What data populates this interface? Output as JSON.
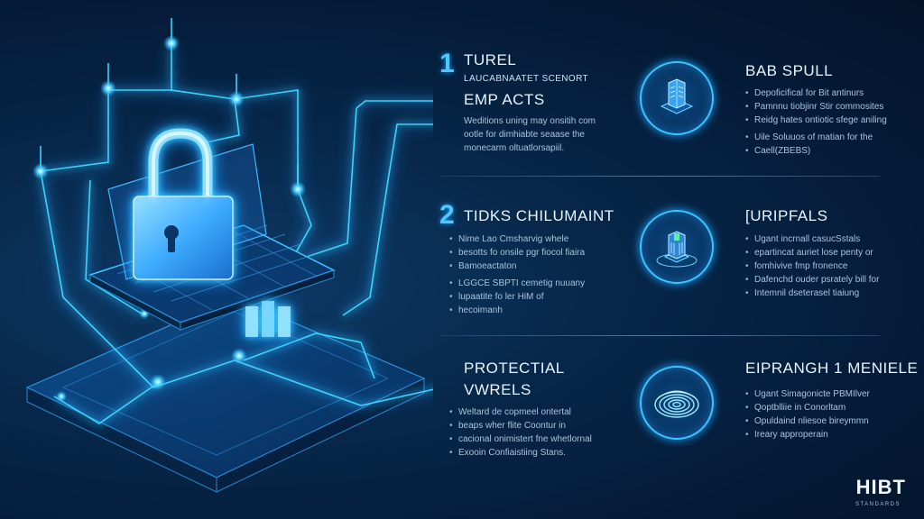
{
  "sections": [
    {
      "number": "1",
      "title": "TUREL",
      "subtitle": "LAUCABNAATET SCENORT",
      "heading2": "EMP ACTS",
      "paragraph": [
        "Weditions uning may onsitih com",
        "ootle for dimhiabte seaase the",
        "monecarm oltuatlorsapiil."
      ],
      "side_title": "BAB SPULL",
      "side_bullets": [
        "Depoficifical for Bit antinurs",
        "Pamnnu tiobjinr Stir commosites",
        "Reidg hates ontiotic sfege aniling",
        "Uile Soluuos of matian for the",
        "Caell(ZBEBS)"
      ],
      "side_gap_index": 3
    },
    {
      "number": "2",
      "title": "TIDKS CHILUMAINT",
      "bullets": [
        "Nime Lao Cmsharvig whele",
        "besotts fo onsile pgr fiocol fiaira",
        "Bamoeactaton",
        "LGGCE SBPTI cemetig nuuany",
        "lupaatite fo ler HiM of",
        "hecoimanh"
      ],
      "gap_index": 3,
      "side_title": "[URIPFALS",
      "side_bullets": [
        "Ugant incrnall casucSstals",
        "epartincat auriet lose penty or",
        "fomhivive fmp fronence",
        "Dafenchd ouder psrately bill for",
        "Intemnil dseterasel tiaiung"
      ],
      "side_gap_index": 3
    },
    {
      "number": "",
      "title": "PROTECTIAL",
      "heading2": "VWRELS",
      "bullets": [
        "Weltard de copmeel ontertal",
        "beaps wher flite Coontur in",
        "cacional onimistert fne whetlornal",
        "Exooin Confiaistiing Stans."
      ],
      "side_title": "EIPRANGH 1 MENIELE",
      "side_bullets": [
        "Ugant Simagonicte PBMIlver",
        "Qoptblliie in Conorltam",
        "Opuldaind nliesoe bireymmn",
        "Ireary approperain"
      ]
    }
  ],
  "brand": {
    "name": "HIBT",
    "tagline": "STANDARDS"
  },
  "icons": [
    "tower-chip-icon",
    "building-chip-icon",
    "fingerprint-icon"
  ],
  "colors": {
    "accent": "#3fc3ff",
    "background": "#041a36"
  }
}
